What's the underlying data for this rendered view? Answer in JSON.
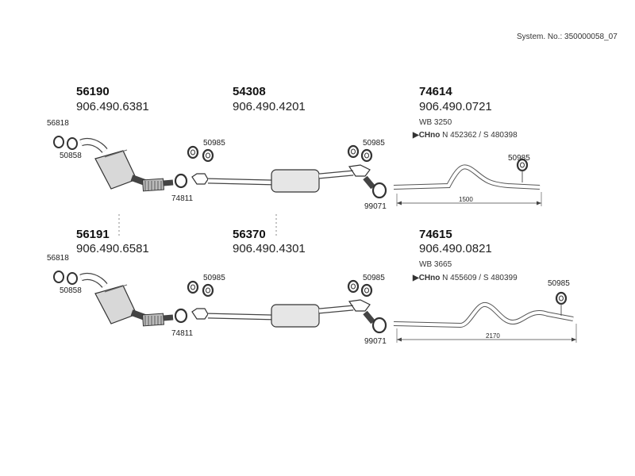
{
  "system_no": "System. No.: 350000058_07",
  "rows": [
    {
      "front": {
        "part": "56190",
        "oem": "906.490.6381"
      },
      "middle": {
        "part": "54308",
        "oem": "906.490.4201"
      },
      "rear": {
        "part": "74614",
        "oem": "906.490.0721",
        "wb": "WB 3250",
        "ch_prefix": "CHno",
        "ch_text": "N 452362 / S 480398",
        "length": "1500"
      },
      "accessories": {
        "gasket_a": "56818",
        "gasket_b": "50858",
        "clamp": "74811",
        "hanger_left": "50985",
        "hanger_right": "50985",
        "clamp_rear": "99071",
        "hanger_rear": "50985"
      }
    },
    {
      "front": {
        "part": "56191",
        "oem": "906.490.6581"
      },
      "middle": {
        "part": "56370",
        "oem": "906.490.4301"
      },
      "rear": {
        "part": "74615",
        "oem": "906.490.0821",
        "wb": "WB 3665",
        "ch_prefix": "CHno",
        "ch_text": "N 455609 / S 480399",
        "length": "2170"
      },
      "accessories": {
        "gasket_a": "56818",
        "gasket_b": "50858",
        "clamp": "74811",
        "hanger_left": "50985",
        "hanger_right": "50985",
        "clamp_rear": "99071",
        "hanger_rear": "50985"
      }
    }
  ]
}
